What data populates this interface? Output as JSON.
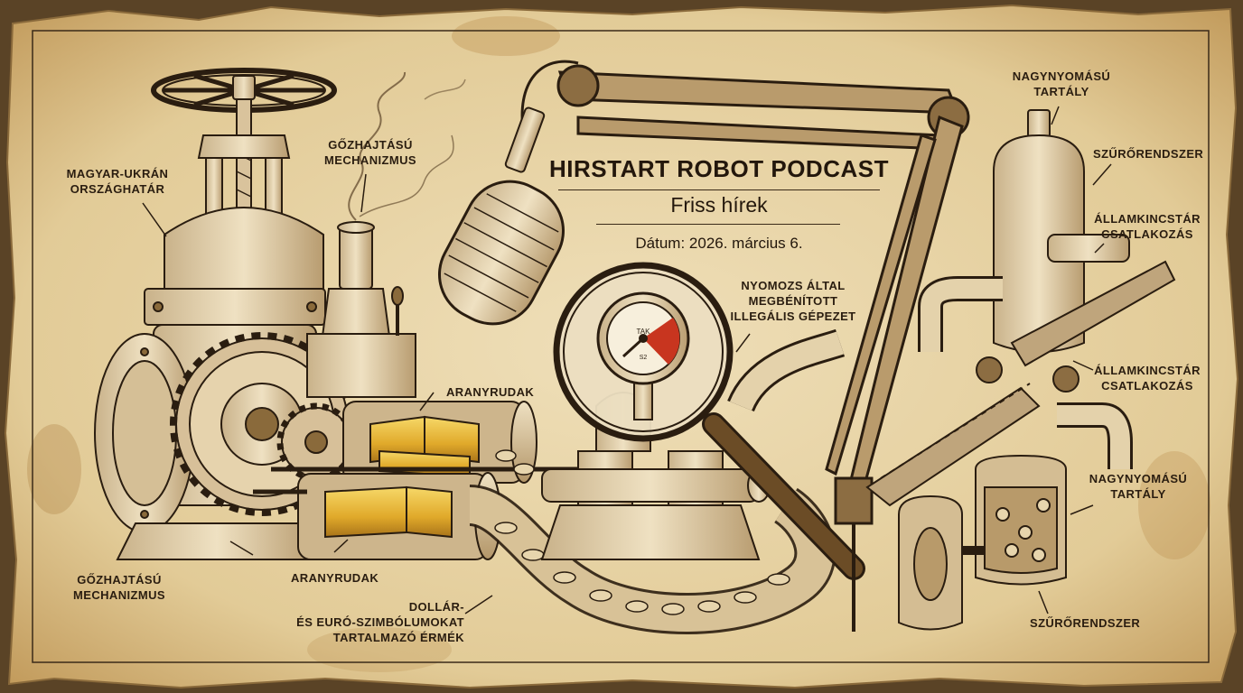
{
  "header": {
    "title": "HIRSTART ROBOT PODCAST",
    "subtitle": "Friss hírek",
    "date": "Dátum: 2026. március 6."
  },
  "labels": {
    "border": [
      "MAGYAR-UKRÁN",
      "ORSZÁGHATÁR"
    ],
    "steam_top": [
      "GŐZHAJTÁSÚ",
      "MECHANIZMUS"
    ],
    "steam_bottom": [
      "GŐZHAJTÁSÚ",
      "MECHANIZMUS"
    ],
    "gold_top": "ARANYRUDAK",
    "gold_bottom": "ARANYRUDAK",
    "coins": [
      "DOLLÁR-",
      "ÉS EURÓ-SZIMBÓLUMOKAT",
      "TARTALMAZÓ ÉRMÉK"
    ],
    "illegal": [
      "NYOMOZS ÁLTAL",
      "MEGBÉNÍTOTT",
      "ILLEGÁLIS GÉPEZET"
    ],
    "tank_top": [
      "NAGYNYOMÁSÚ",
      "TARTÁLY"
    ],
    "filter_top": "SZŰRŐRENDSZER",
    "treasury_1": [
      "ÁLLAMKINCSTÁR",
      "CSATLAKOZÁS"
    ],
    "treasury_2": [
      "ÁLLAMKINCSTÁR",
      "CSATLAKOZÁS"
    ],
    "tank_bottom": [
      "NAGYNYOMÁSÚ",
      "TARTÁLY"
    ],
    "filter_bottom": "SZŰRŐRENDSZER"
  },
  "gauge": {
    "top_text": "TAK",
    "bottom_text": "S2"
  },
  "colors": {
    "parchment": "#e8d6ae",
    "parchment_dark": "#c9a86f",
    "ink": "#2a1d10",
    "gold": "#e3b52c",
    "gauge_red": "#c8351f",
    "background": "#5a4326"
  }
}
